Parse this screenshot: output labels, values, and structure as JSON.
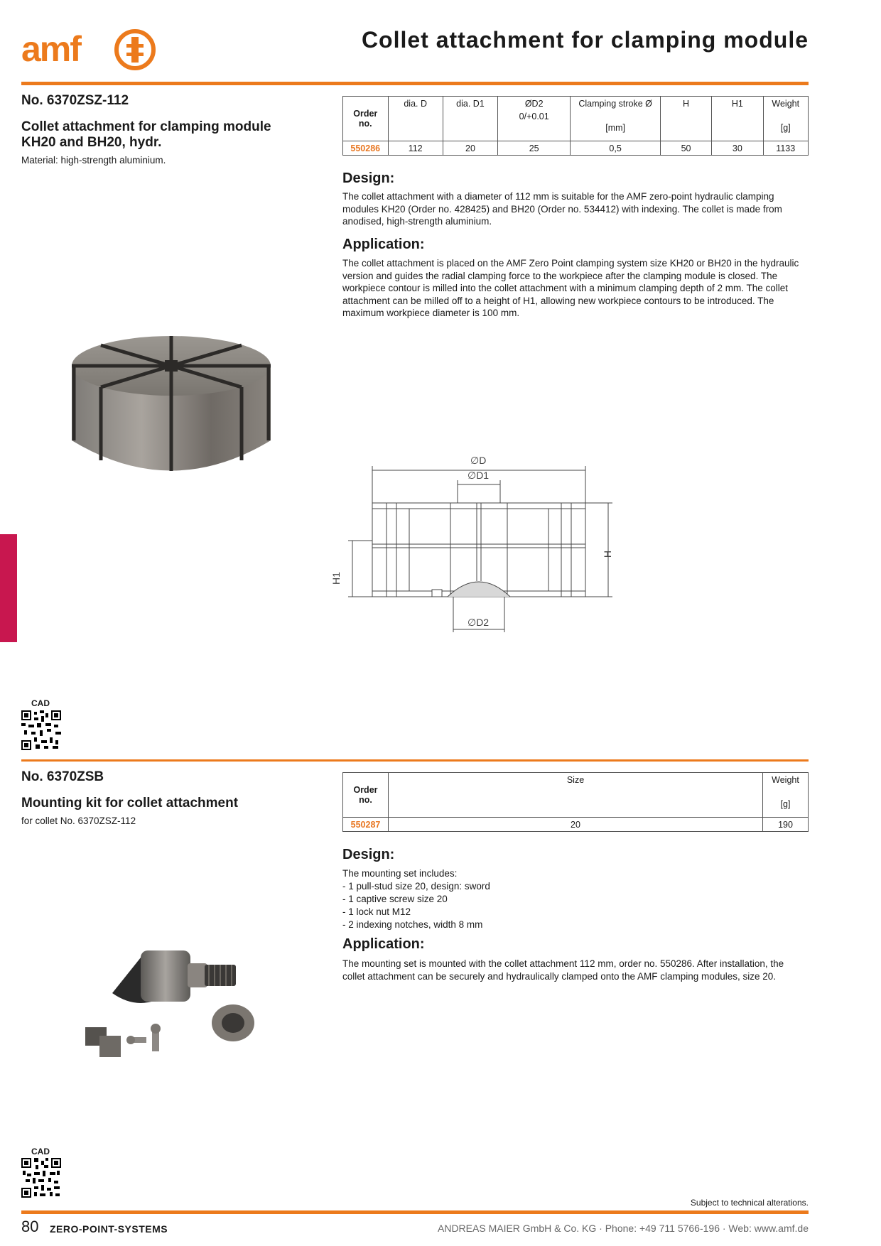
{
  "header": {
    "logo_text": "amf",
    "page_title": "Collet attachment for clamping module",
    "brand_color": "#ec7a1c"
  },
  "product1": {
    "number": "No. 6370ZSZ-112",
    "title_line1": "Collet attachment for clamping module",
    "title_line2": "KH20 and BH20, hydr.",
    "material": "Material: high-strength aluminium.",
    "table": {
      "headers": {
        "order": "Order no.",
        "dia_d": "dia. D",
        "dia_d1": "dia. D1",
        "od2": "ØD2",
        "od2_tol": "0/+0.01",
        "stroke": "Clamping stroke Ø",
        "unit_mm": "[mm]",
        "h": "H",
        "h1": "H1",
        "weight": "Weight",
        "unit_g": "[g]"
      },
      "row": {
        "order_no": "550286",
        "dia_d": "112",
        "dia_d1": "20",
        "od2": "25",
        "stroke": "0,5",
        "h": "50",
        "h1": "30",
        "weight": "1133"
      }
    },
    "design_heading": "Design:",
    "design_text": "The collet attachment with a diameter of 112 mm is suitable for the AMF zero-point hydraulic clamping modules KH20 (Order no. 428425) and BH20 (Order no. 534412) with indexing. The collet is made from anodised, high-strength aluminium.",
    "application_heading": "Application:",
    "application_text": "The collet attachment is placed on the AMF Zero Point clamping system size KH20 or BH20 in the hydraulic version and guides the radial clamping force to the workpiece after the clamping module is closed. The workpiece contour is milled into the collet attachment with a minimum clamping depth of 2 mm. The collet attachment can be milled off to a height of H1, allowing new workpiece contours to be introduced. The maximum workpiece diameter is 100 mm.",
    "drawing_labels": {
      "d": "∅D",
      "d1": "∅D1",
      "d2": "∅D2",
      "h": "H",
      "h1": "H1"
    },
    "cad_label": "CAD"
  },
  "product2": {
    "number": "No. 6370ZSB",
    "title": "Mounting kit for collet attachment",
    "subtitle": "for collet No. 6370ZSZ-112",
    "table": {
      "headers": {
        "order": "Order no.",
        "size": "Size",
        "weight": "Weight",
        "unit_g": "[g]"
      },
      "row": {
        "order_no": "550287",
        "size": "20",
        "weight": "190"
      }
    },
    "design_heading": "Design:",
    "design_intro": "The mounting set includes:",
    "design_items": [
      "- 1 pull-stud size 20, design: sword",
      "- 1 captive screw size 20",
      "- 1 lock nut M12",
      "- 2 indexing notches, width 8 mm"
    ],
    "application_heading": "Application:",
    "application_text": "The mounting set is mounted with the collet attachment 112 mm, order no. 550286.  After installation, the collet attachment can be securely and hydraulically clamped onto the AMF clamping modules, size 20.",
    "cad_label": "CAD"
  },
  "footer": {
    "note": "Subject to technical alterations.",
    "page_number": "80",
    "section": "ZERO-POINT-SYSTEMS",
    "company": "ANDREAS MAIER GmbH & Co. KG · Phone: +49 711 5766-196 · Web: www.amf.de"
  }
}
